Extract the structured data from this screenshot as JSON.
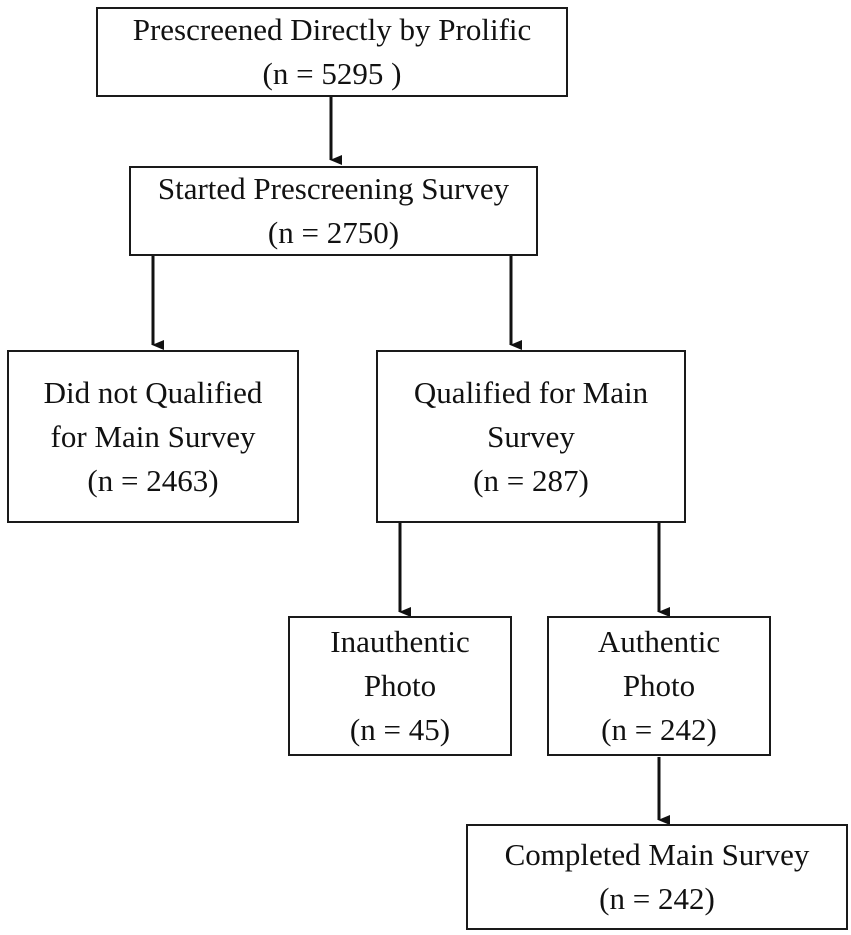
{
  "nodes": {
    "prescreened": {
      "lines": [
        "Prescreened Directly by Prolific",
        "(n = 5295 )"
      ]
    },
    "started": {
      "lines": [
        "Started Prescreening Survey",
        "(n = 2750)"
      ]
    },
    "not_qualified": {
      "lines": [
        "Did not Qualified",
        "for Main Survey",
        "(n = 2463)"
      ]
    },
    "qualified": {
      "lines": [
        "Qualified for Main",
        "Survey",
        "(n = 287)"
      ]
    },
    "inauthentic": {
      "lines": [
        "Inauthentic",
        "Photo",
        "(n = 45)"
      ]
    },
    "authentic": {
      "lines": [
        "Authentic",
        "Photo",
        "(n = 242)"
      ]
    },
    "completed": {
      "lines": [
        "Completed Main Survey",
        "(n = 242)"
      ]
    }
  },
  "edges": [
    {
      "from": "prescreened",
      "to": "started"
    },
    {
      "from": "started",
      "to": "not_qualified"
    },
    {
      "from": "started",
      "to": "qualified"
    },
    {
      "from": "qualified",
      "to": "inauthentic"
    },
    {
      "from": "qualified",
      "to": "authentic"
    },
    {
      "from": "authentic",
      "to": "completed"
    }
  ]
}
